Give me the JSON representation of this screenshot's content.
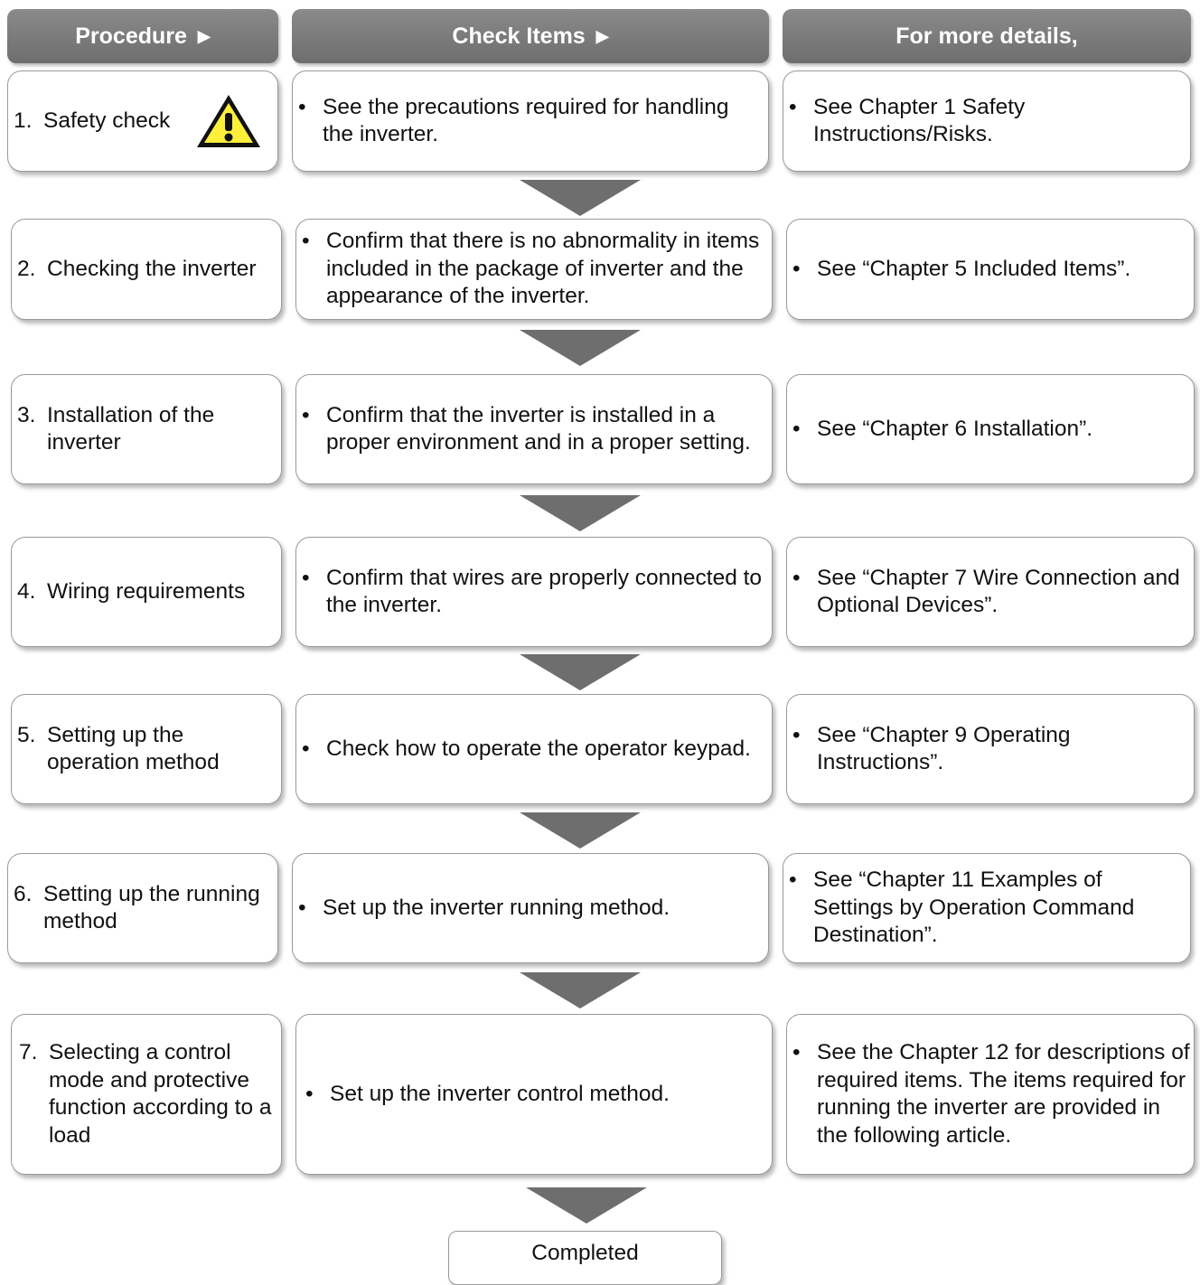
{
  "headers": {
    "procedure": "Procedure",
    "check_items": "Check Items",
    "details": "For more details,",
    "arrow_glyph": "▶"
  },
  "bullet": "•",
  "warning_icon": "warning-triangle-icon",
  "colors": {
    "header_bg": "#777777",
    "arrow": "#6e6e6e",
    "warning_fill": "#ffef3d"
  },
  "rows": [
    {
      "num": "1.",
      "procedure": "Safety check",
      "check": "See the precautions required for handling the inverter.",
      "details": "See Chapter 1 Safety Instructions/Risks."
    },
    {
      "num": "2.",
      "procedure": "Checking the inverter",
      "check": "Confirm that there is no abnormality in items included in the package of inverter and the appearance of the inverter.",
      "details": "See “Chapter 5 Included Items”."
    },
    {
      "num": "3.",
      "procedure": "Installation of the inverter",
      "check": "Confirm that the inverter is installed in a proper environment and in a proper setting.",
      "details": "See “Chapter 6 Installation”."
    },
    {
      "num": "4.",
      "procedure": "Wiring requirements",
      "check": "Confirm that wires are properly connected to the inverter.",
      "details": "See “Chapter 7 Wire Connection and Optional Devices”."
    },
    {
      "num": "5.",
      "procedure": "Setting up the operation method",
      "check": "Check how to operate the operator keypad.",
      "details": "See “Chapter 9 Operating Instructions”."
    },
    {
      "num": "6.",
      "procedure": "Setting up the running method",
      "check": "Set up the inverter running method.",
      "details": "See “Chapter 11 Examples of Settings by Operation Command Destination”."
    },
    {
      "num": "7.",
      "procedure": "Selecting a control mode and protective function according to a load",
      "check": "Set up the inverter control method.",
      "details": "See the Chapter 12 for descriptions of required items. The items required for running the inverter are provided in the following article."
    }
  ],
  "completed": "Completed"
}
